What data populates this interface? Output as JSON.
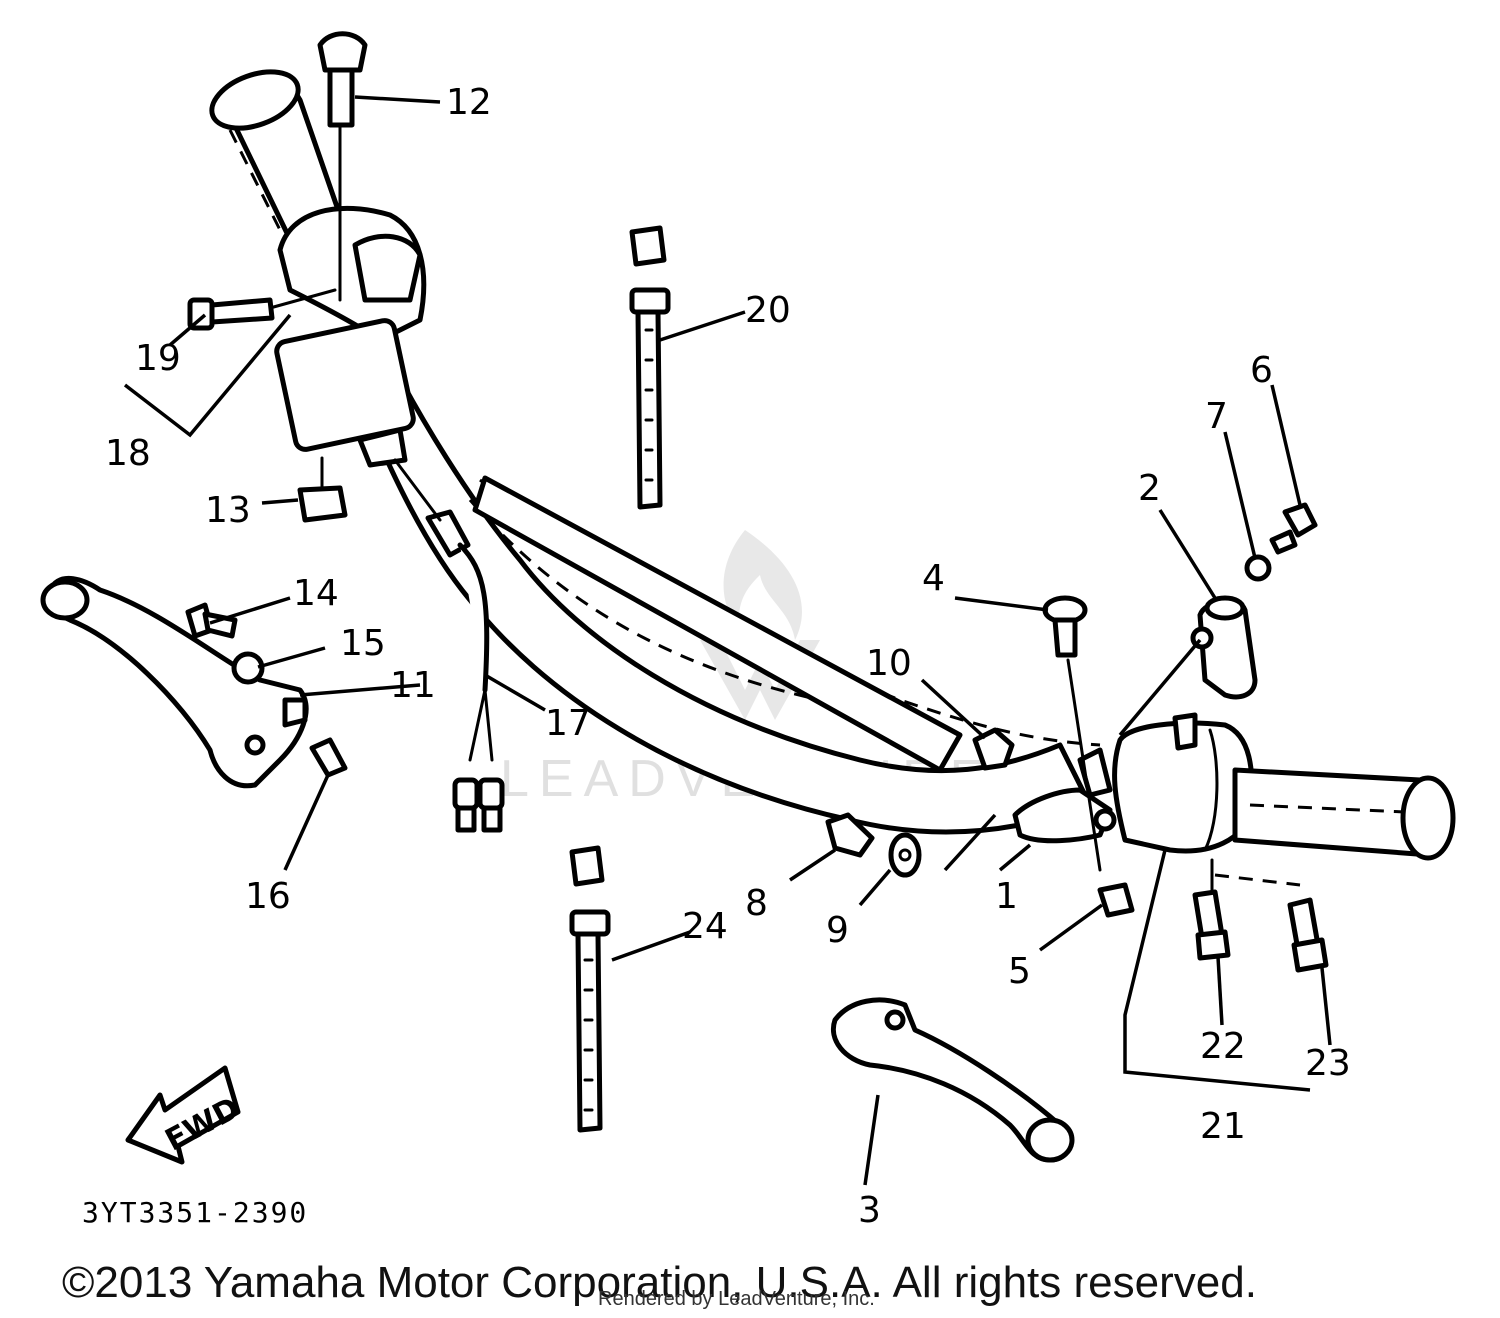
{
  "diagram": {
    "callouts": [
      "1",
      "2",
      "3",
      "4",
      "5",
      "6",
      "7",
      "8",
      "9",
      "10",
      "11",
      "12",
      "13",
      "14",
      "15",
      "16",
      "17",
      "18",
      "19",
      "20",
      "21",
      "22",
      "23",
      "24"
    ],
    "fwd_label": "FWD",
    "part_code": "3YT3351-2390",
    "copyright": "©2013 Yamaha Motor Corporation, U.S.A. All rights reserved.",
    "rendered_by": "Rendered by LeadVenture, Inc.",
    "watermark": "LEADVENTURE",
    "colors": {
      "line": "#000000",
      "background": "#ffffff",
      "watermark": "#c8c8c8"
    }
  }
}
